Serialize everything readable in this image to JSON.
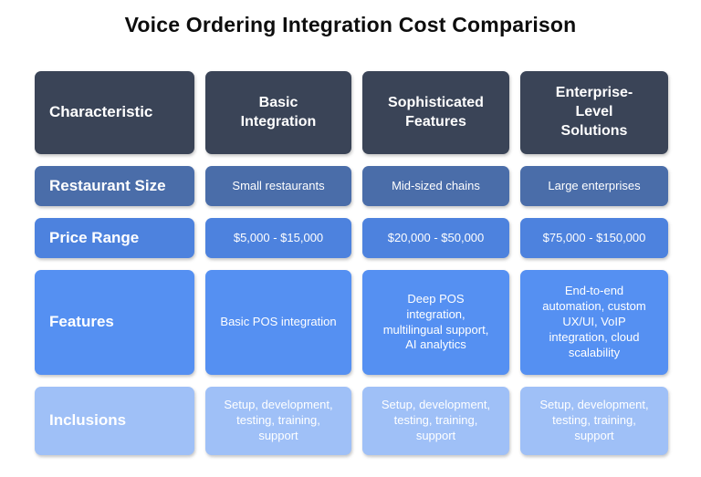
{
  "title": "Voice Ordering Integration Cost Comparison",
  "chart_data": {
    "type": "table",
    "title": "Voice Ordering Integration Cost Comparison",
    "columns": [
      "Characteristic",
      "Basic Integration",
      "Sophisticated Features",
      "Enterprise-Level Solutions"
    ],
    "rows": [
      {
        "label": "Restaurant Size",
        "values": [
          "Small restaurants",
          "Mid-sized chains",
          "Large enterprises"
        ]
      },
      {
        "label": "Price Range",
        "values": [
          "$5,000 - $15,000",
          "$20,000 - $50,000",
          "$75,000 - $150,000"
        ]
      },
      {
        "label": "Features",
        "values": [
          "Basic POS integration",
          "Deep POS integration, multilingual support, AI analytics",
          "End-to-end automation, custom UX/UI, VoIP integration, cloud scalability"
        ]
      },
      {
        "label": "Inclusions",
        "values": [
          "Setup, development, testing, training, support",
          "Setup, development, testing, training, support",
          "Setup, development, testing, training, support"
        ]
      }
    ],
    "layout": {
      "legend": false,
      "grid_lines": false
    }
  },
  "colors": {
    "background": "#FFFFFF",
    "title_text": "#0D0D0D",
    "cell_text": "#FFFFFF",
    "header_bg": "#3A4457",
    "row_restaurant_size_bg": "#4A6DA9",
    "row_price_range_bg": "#4D82DE",
    "row_features_bg": "#5590F2",
    "row_inclusions_bg": "#9FC0F7"
  }
}
